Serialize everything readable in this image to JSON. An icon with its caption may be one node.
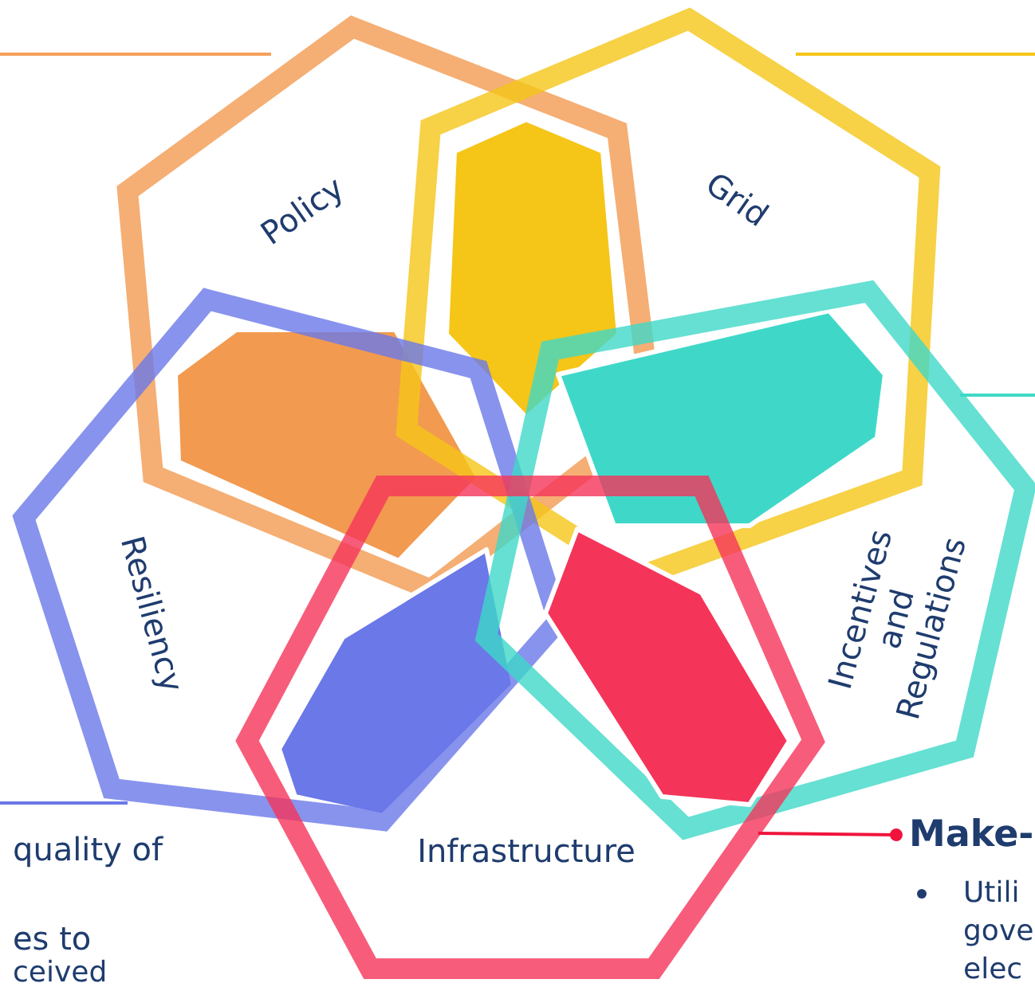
{
  "diagram": {
    "nodes": [
      {
        "text": [
          "Policy"
        ]
      },
      {
        "text": [
          "Grid"
        ]
      },
      {
        "text": [
          "Resiliency"
        ]
      },
      {
        "text": [
          "Incentives and Regulations"
        ]
      },
      {
        "text": [
          "Infrastructure"
        ]
      },
      {
        "text": [
          "Make-"
        ]
      }
    ],
    "edges": [
      {
        "from": 4,
        "to": 5,
        "arrow": "other",
        "color": "#f0143c"
      }
    ],
    "labels": [
      "quality of",
      "es to",
      "ceived",
      "Utili",
      "gove",
      "elec"
    ]
  }
}
